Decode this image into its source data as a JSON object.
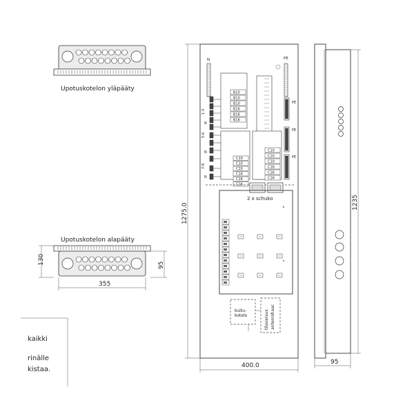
{
  "views": {
    "top_end_title": "Upotuskotelon yläpääty",
    "bottom_end_title": "Upotuskotelon alapääty"
  },
  "dimensions": {
    "end_height": "130",
    "end_inner_height": "95",
    "end_width": "355",
    "front_height": "1275.0",
    "front_width": "400.0",
    "side_height": "1235",
    "side_depth": "95"
  },
  "front": {
    "pe_label": "PE",
    "n_label": "N",
    "group_labels": [
      "1-3",
      "5-6",
      "7-8"
    ],
    "pe_side_labels": [
      "PE",
      "PE",
      "PE"
    ],
    "breakers_a": [
      "B10",
      "B10",
      "B10",
      "B16",
      "B16",
      "B16"
    ],
    "breakers_b": [
      "C10",
      "C10",
      "C10",
      "C16",
      "C16",
      "C16"
    ],
    "breakers_c": [
      "C10",
      "C10",
      "C10",
      "C16",
      "C16",
      "C16"
    ],
    "schuko_label": "2 x schuko",
    "fiber_box": "kuitu-\nkotelo",
    "reserve_label": "tilavaraus antennihaar."
  },
  "notes": {
    "line1": "kaikki",
    "line2": "rinälle",
    "line3": "kistaa."
  }
}
